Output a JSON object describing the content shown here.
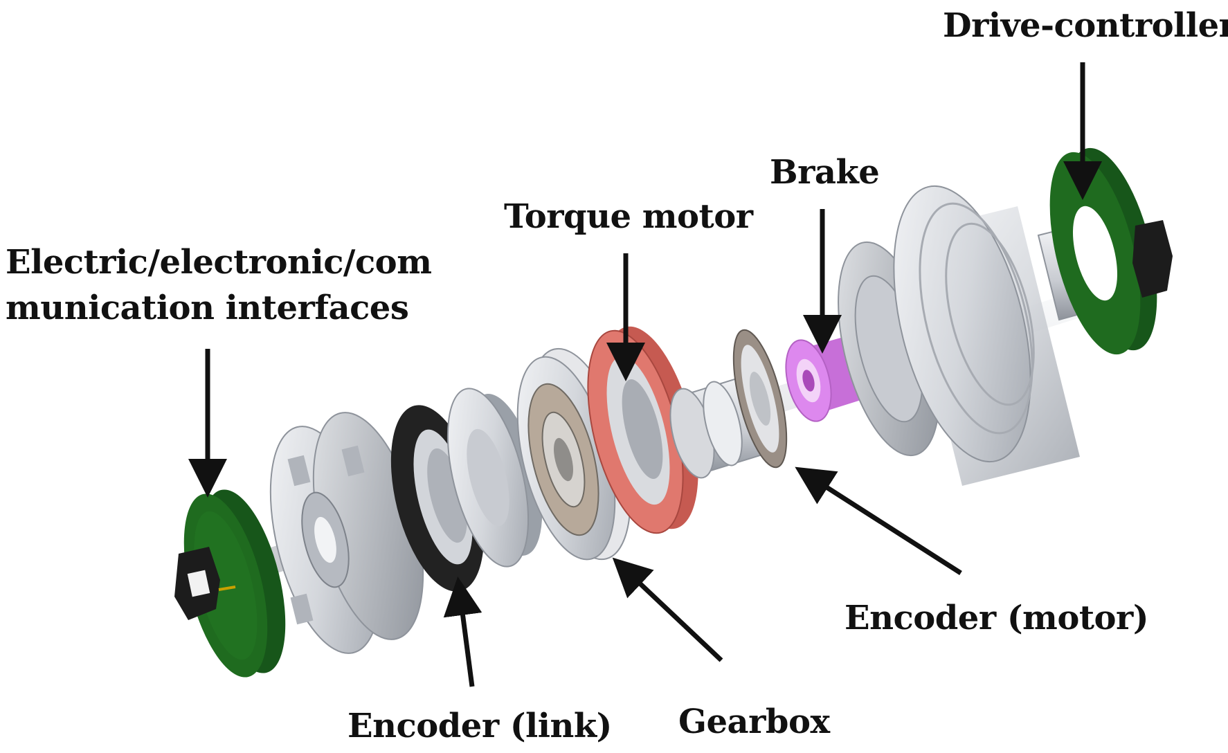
{
  "labels": {
    "drive_controller": "Drive-controller",
    "brake": "Brake",
    "torque_motor": "Torque motor",
    "interfaces_line1": "Electric/electronic/com",
    "interfaces_line2": "munication interfaces",
    "encoder_motor": "Encoder (motor)",
    "encoder_link": "Encoder (link)",
    "gearbox": "Gearbox"
  },
  "colors": {
    "pcb_green": "#1f6b1f",
    "brake_magenta": "#dd88ee",
    "motor_red": "#e0786e",
    "housing_gray": "#d8dade",
    "encoder_black": "#222222",
    "arrow": "#111111"
  }
}
